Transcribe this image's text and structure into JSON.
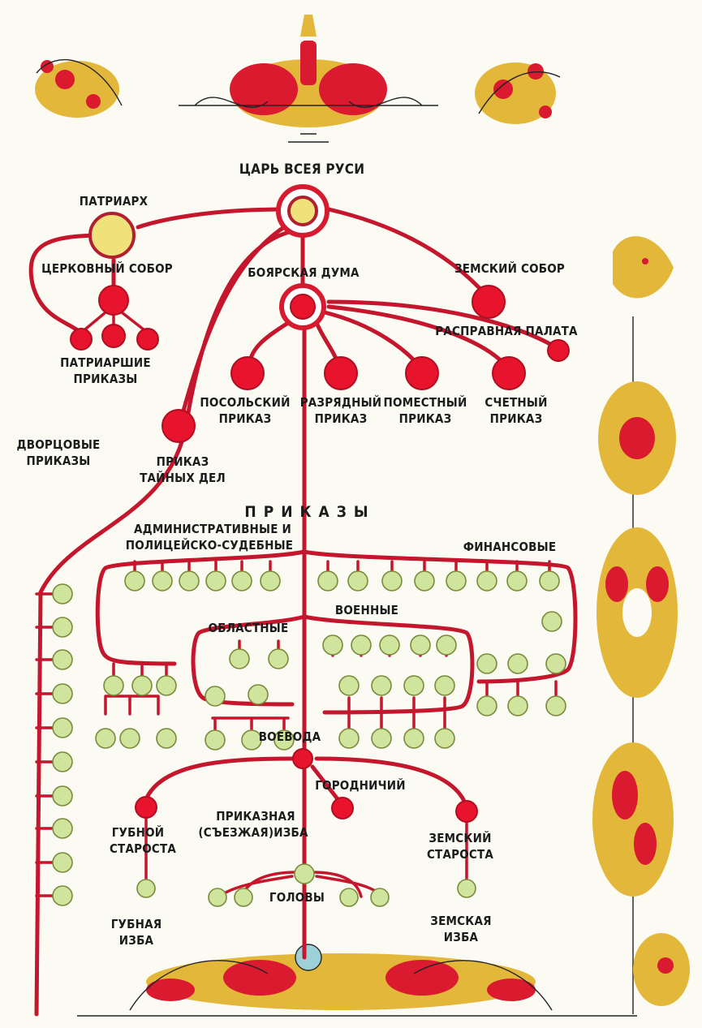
{
  "labels": {
    "tsar": "ЦАРЬ ВСЕЯ РУСИ",
    "patriarch": "ПАТРИАРХ",
    "church_council": "ЦЕРКОВНЫЙ СОБОР",
    "boyar_duma": "БОЯРСКАЯ ДУМА",
    "zemsky_sobor": "ЗЕМСКИЙ СОБОР",
    "rasprav_palata": "РАСПРАВНАЯ ПАЛАТА",
    "patriarch_prikazy_1": "ПАТРИАРШИЕ",
    "patriarch_prikazy_2": "ПРИКАЗЫ",
    "posolsky_1": "ПОСОЛЬСКИЙ",
    "posolsky_2": "ПРИКАЗ",
    "razryadny_1": "РАЗРЯДНЫЙ",
    "razryadny_2": "ПРИКАЗ",
    "pomestny_1": "ПОМЕСТНЫЙ",
    "pomestny_2": "ПРИКАЗ",
    "schetny_1": "СЧЕТНЫЙ",
    "schetny_2": "ПРИКАЗ",
    "dvortsovye_1": "ДВОРЦОВЫЕ",
    "dvortsovye_2": "ПРИКАЗЫ",
    "tainye_1": "ПРИКАЗ",
    "tainye_2": "ТАЙНЫХ ДЕЛ",
    "prikazy": "ПРИКАЗЫ",
    "admin_1": "АДМИНИСТРАТИВНЫЕ И",
    "admin_2": "ПОЛИЦЕЙСКО-СУДЕБНЫЕ",
    "finansovye": "ФИНАНСОВЫЕ",
    "oblastnye": "ОБЛАСТНЫЕ",
    "voennye": "ВОЕННЫЕ",
    "voevoda": "ВОЕВОДА",
    "gorodnichy": "ГОРОДНИЧИЙ",
    "prikaznaya_1": "ПРИКАЗНАЯ",
    "prikaznaya_2": "(СЪЕЗЖАЯ)ИЗБА",
    "gubnoy_1": "ГУБНОЙ",
    "gubnoy_2": "СТАРОСТА",
    "zemsky_starosta_1": "ЗЕМСКИЙ",
    "zemsky_starosta_2": "СТАРОСТА",
    "golovy": "ГОЛОВЫ",
    "gubnaya_1": "ГУБНАЯ",
    "gubnaya_2": "ИЗБА",
    "zemskaya_1": "ЗЕМСКАЯ",
    "zemskaya_2": "ИЗБА"
  },
  "colors": {
    "line": "#c4162c",
    "node_red": "#e8132d",
    "node_green": "#cfe49d",
    "node_yellow": "#f0e27a",
    "ornament_gold": "#e3b83a",
    "ornament_red": "#d91a2f"
  }
}
